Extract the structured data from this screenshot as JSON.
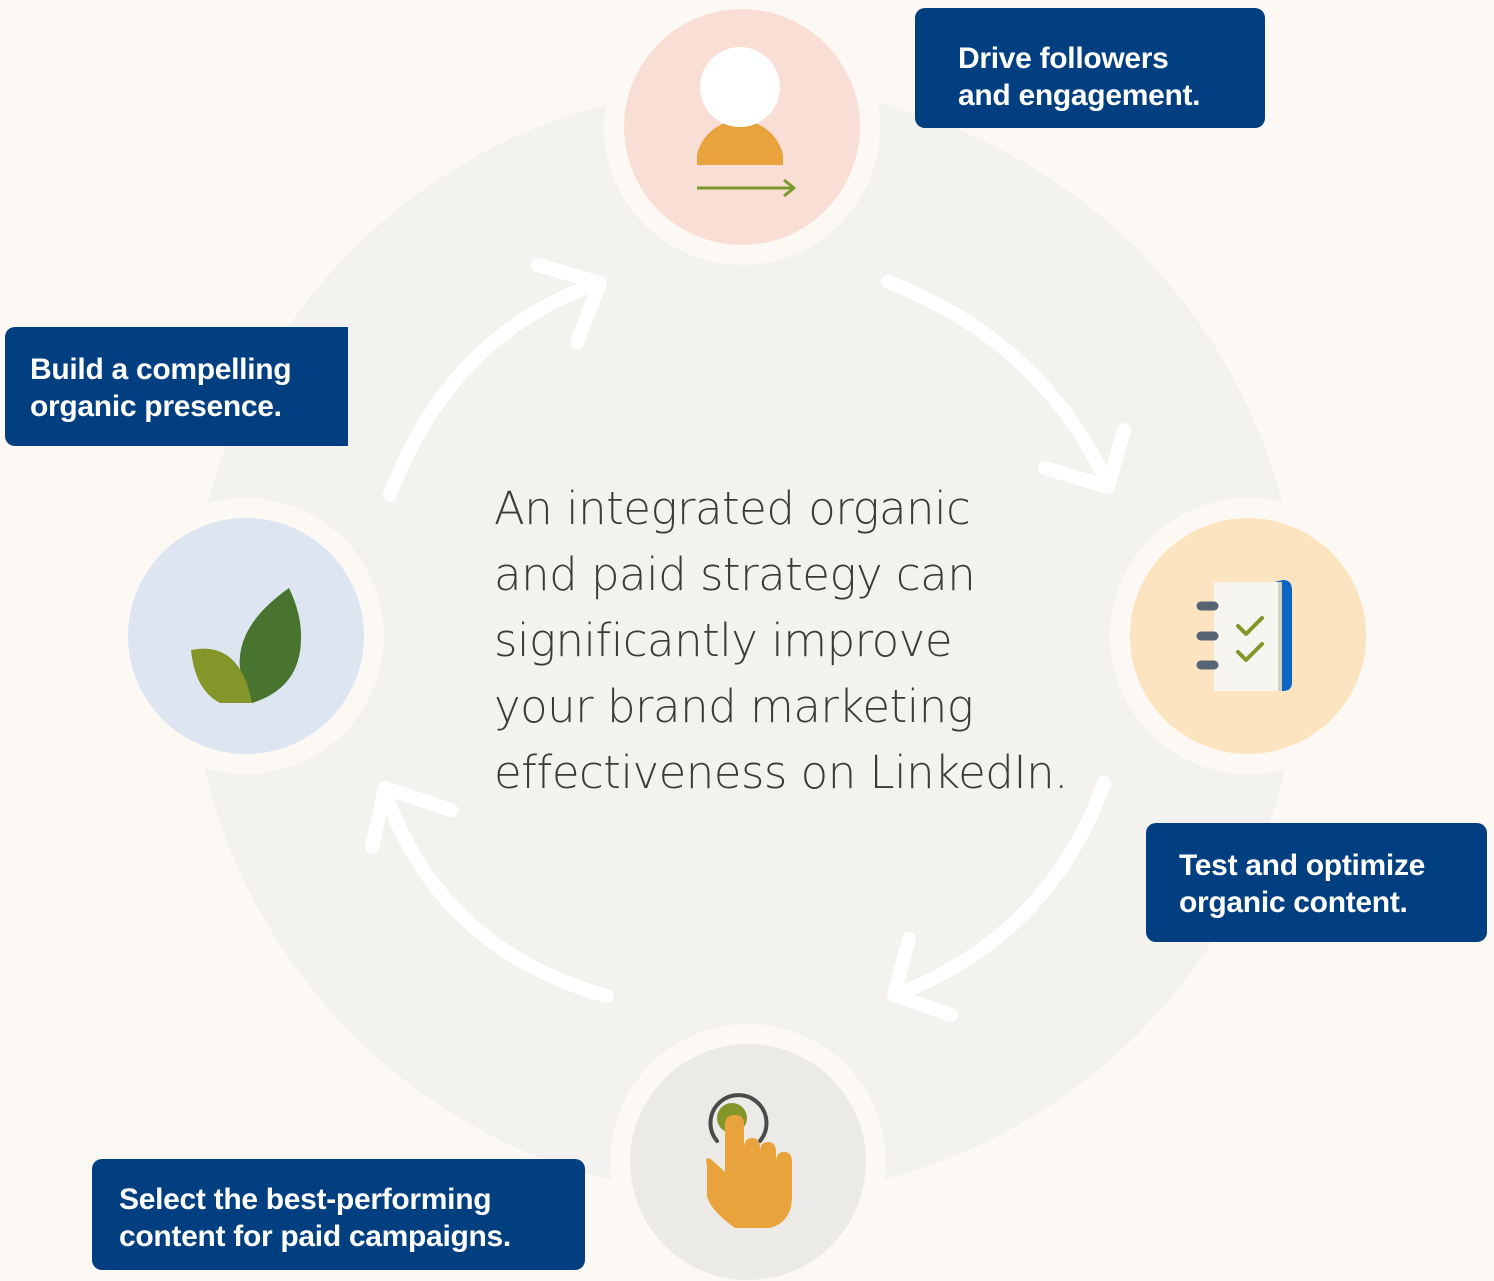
{
  "center_text": {
    "lines": [
      "An integrated organic",
      "and paid strategy can",
      "significantly improve",
      "your brand marketing",
      "effectiveness on LinkedIn."
    ]
  },
  "steps": [
    {
      "icon": "person-arrow-icon",
      "lines": [
        "Drive followers",
        "and engagement."
      ]
    },
    {
      "icon": "checklist-notebook-icon",
      "lines": [
        "Test and optimize",
        "organic content."
      ]
    },
    {
      "icon": "tap-hand-icon",
      "lines": [
        "Select the best-performing",
        "content for paid campaigns."
      ]
    },
    {
      "icon": "leaf-icon",
      "lines": [
        "Build a compelling",
        "organic presence."
      ]
    }
  ],
  "colors": {
    "background": "#fcf9f4",
    "cycle_disc": "#f3f2ee",
    "callout": "#023f80",
    "person_circle": "#f9ded6",
    "notebook_circle": "#fce4c0",
    "hand_circle": "#eceae7",
    "leaf_circle": "#dde6f0",
    "orange": "#e9a33d",
    "green_dark": "#487430",
    "green_light": "#84952a",
    "arrow_green": "#7a9a2b"
  }
}
